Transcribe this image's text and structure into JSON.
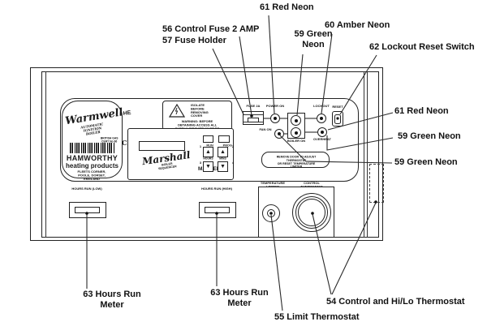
{
  "panel": {
    "brand": {
      "logo": "Warmwell",
      "suffix": "HE",
      "tagline": "AUTOMATIC IGNITION BOILER",
      "cert": "BRITISH GAS CERT No 86",
      "ce": "CE",
      "company": "HAMWORTHY",
      "company_sub": "heating products",
      "address": "FLEETS CORNER, POOLE, DORSET,\nENGLAND"
    },
    "warning": {
      "isolate": "ISOLATE\nBEFORE\nREMOVING\nCOVER",
      "text": "WARNING: BEFORE OBTAINING ACCESS ALL\nSUPPLY CIRCUITS MUST BE INTERRUPTED"
    },
    "sequencer": {
      "logo": "Marshall",
      "logo_sub": "BOILER SEQUENCER",
      "master": "MASTER",
      "run": "RUN",
      "prog": "PROG",
      "hours": "HOURS",
      "mins": "MINS",
      "key1": "1",
      "key2": "2",
      "key3": "3",
      "key4": "4",
      "up_glyph": "▲",
      "down_glyph": "▼"
    },
    "controls": {
      "fuse": "FUSE 2A",
      "power_on": "POWER ON",
      "fan_on": "FAN ON",
      "boiler_on": "BOILER ON",
      "lockout": "LOCKOUT",
      "reset": "RESET",
      "overheat": "OVERHEAT"
    },
    "note": "REMOVE DOOR TO ADJUST THERMOSTAT\nOR RESET TEMPERATURE LIMITER",
    "bottom": {
      "hours_low": "HOURS RUN (LOW)",
      "hours_high": "HOURS RUN (HIGH)",
      "temp_limiter": "TEMPERATURE LIMITER",
      "control_stat": "CONTROL THERMOSTAT"
    }
  },
  "callouts": {
    "fuse": "56 Control Fuse 2 AMP",
    "fuse_holder": "57 Fuse Holder",
    "red_neon_top": "61 Red Neon",
    "green_neon_top": "59 Green\nNeon",
    "amber_neon": "60 Amber Neon",
    "lockout_reset": "62 Lockout Reset Switch",
    "red_neon_right": "61 Red Neon",
    "green_neon_right_1": "59 Green Neon",
    "green_neon_right_2": "59 Green Neon",
    "hours_meter_left": "63 Hours Run\nMeter",
    "hours_meter_right": "63 Hours Run\nMeter",
    "limit_thermostat": "55 Limit Thermostat",
    "control_thermostat": "54 Control and Hi/Lo Thermostat"
  },
  "colors": {
    "line": "#1a1a1a",
    "bg": "#ffffff"
  }
}
